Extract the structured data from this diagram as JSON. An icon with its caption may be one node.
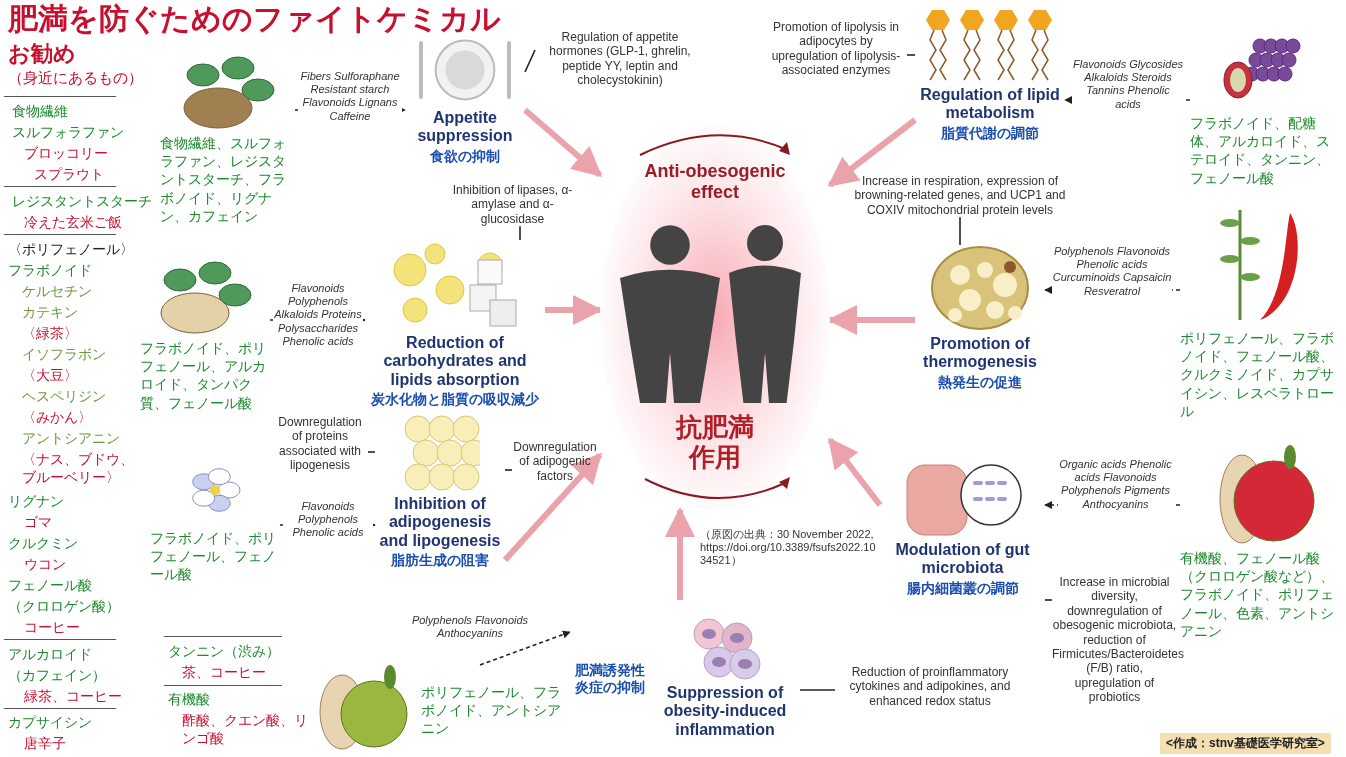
{
  "diagram": {
    "title": "肥満を防ぐためのファイトケミカル",
    "nodes": [
      {
        "text": [
          "Anti-obesogenic effect",
          "抗肥満作用"
        ]
      },
      {
        "text": [
          "Appetite suppression",
          "食欲の抑制"
        ]
      },
      {
        "text": [
          "Reduction of carbohydrates and lipids absorption",
          "炭水化物と脂質の吸収減少"
        ]
      },
      {
        "text": [
          "Inhibition of adipogenesis and lipogenesis",
          "脂肪生成の阻害"
        ]
      },
      {
        "text": [
          "Suppression of obesity-induced inflammation",
          "肥満誘発性炎症の抑制"
        ]
      },
      {
        "text": [
          "Modulation of gut microbiota",
          "腸内細菌叢の調節"
        ]
      },
      {
        "text": [
          "Promotion of thermogenesis",
          "熱発生の促進"
        ]
      },
      {
        "text": [
          "Regulation of lipid metabolism",
          "脂質代謝の調節"
        ]
      },
      {
        "text": [
          "食物繊維、スルフォラファン、レジスタントスターチ、フラボノイド、リグナン、カフェイン"
        ]
      },
      {
        "text": [
          "フラボノイド、ポリフェノール、アルカロイド、タンパク質、フェノール酸"
        ]
      },
      {
        "text": [
          "フラボノイド、ポリフェノール、フェノール酸"
        ]
      },
      {
        "text": [
          "ポリフェノール、フラボノイド、アントシアニン"
        ]
      },
      {
        "text": [
          "有機酸、フェノール酸（クロロゲン酸など）、フラボノイド、ポリフェノール、色素、アントシアニン"
        ]
      },
      {
        "text": [
          "ポリフェノール、フラボノイド、フェノール酸、クルクミノイド、カプサイシン、レスベラトロール"
        ]
      },
      {
        "text": [
          "フラボノイド、配糖体、アルカロイド、ステロイド、タンニン、フェノール酸"
        ]
      },
      {
        "text": [
          "Regulation of appetite hormones (GLP-1, ghrelin, peptide YY, leptin and cholecystokinin)"
        ]
      },
      {
        "text": [
          "Inhibition of lipases, α-amylase and α-glucosidase"
        ]
      },
      {
        "text": [
          "Downregulation of proteins associated with lipogenesis"
        ]
      },
      {
        "text": [
          "Downregulation of adipogenic factors"
        ]
      },
      {
        "text": [
          "Reduction of proinflammatory cytokines and adipokines, and enhanced redox status"
        ]
      },
      {
        "text": [
          "Increase in microbial diversity, downregulation of obesogenic microbiota, reduction of Firmicutes/Bacteroidetes (F/B) ratio, upregulation of probiotics"
        ]
      },
      {
        "text": [
          "Increase in respiration, expression of browning-related genes, and UCP1 and COXIV mitochondrial protein levels"
        ]
      },
      {
        "text": [
          "Promotion of lipolysis in adipocytes by upregulation of lipolysis-associated enzymes"
        ]
      }
    ],
    "edges": [
      {
        "from": 1,
        "to": 0,
        "arrow": "to",
        "style": "thick",
        "color": "#eaa3ab"
      },
      {
        "from": 2,
        "to": 0,
        "arrow": "to",
        "style": "thick",
        "color": "#eaa3ab"
      },
      {
        "from": 3,
        "to": 0,
        "arrow": "to",
        "style": "thick",
        "color": "#eaa3ab"
      },
      {
        "from": 4,
        "to": 0,
        "arrow": "to",
        "style": "thick",
        "color": "#eaa3ab"
      },
      {
        "from": 5,
        "to": 0,
        "arrow": "to",
        "style": "thick",
        "color": "#eaa3ab"
      },
      {
        "from": 6,
        "to": 0,
        "arrow": "to",
        "style": "thick",
        "color": "#eaa3ab"
      },
      {
        "from": 7,
        "to": 0,
        "arrow": "to",
        "style": "thick",
        "color": "#eaa3ab"
      },
      {
        "from": 8,
        "to": 1,
        "arrow": "to",
        "style": "dashed",
        "label": "Fibers Sulforaphane Resistant starch Flavonoids Lignans Caffeine"
      },
      {
        "from": 9,
        "to": 2,
        "arrow": "to",
        "style": "dashed",
        "label": "Flavonoids Polyphenols Alkaloids Proteins Polysaccharides Phenolic acids"
      },
      {
        "from": 10,
        "to": 3,
        "arrow": "to",
        "style": "dashed",
        "label": "Flavonoids Polyphenols Phenolic acids"
      },
      {
        "from": 11,
        "to": 4,
        "arrow": "to",
        "style": "dashed",
        "label": "Polyphenols Flavonoids Anthocyanins"
      },
      {
        "from": 12,
        "to": 5,
        "arrow": "to",
        "style": "dashed",
        "label": "Organic acids Phenolic acids Flavonoids Polyphenols Pigments Anthocyanins"
      },
      {
        "from": 13,
        "to": 6,
        "arrow": "to",
        "style": "dashed",
        "label": "Polyphenols Flavonoids Phenolic acids Curcuminoids Capsaicin Resveratrol"
      },
      {
        "from": 14,
        "to": 7,
        "arrow": "to",
        "style": "dashed",
        "label": "Flavonoids Glycosides Alkaloids Steroids Tannins Phenolic acids"
      },
      {
        "from": 15,
        "to": 1,
        "arrow": "none"
      },
      {
        "from": 16,
        "to": 2,
        "arrow": "none"
      },
      {
        "from": 17,
        "to": 3,
        "arrow": "none"
      },
      {
        "from": 18,
        "to": 3,
        "arrow": "none"
      },
      {
        "from": 19,
        "to": 4,
        "arrow": "none"
      },
      {
        "from": 20,
        "to": 5,
        "arrow": "none"
      },
      {
        "from": 21,
        "to": 6,
        "arrow": "none"
      },
      {
        "from": 22,
        "to": 7,
        "arrow": "none"
      }
    ],
    "labels": [
      "お勧め",
      "（身近にあるもの）",
      "食物繊維",
      "スルフォラファン",
      "ブロッコリー",
      "スプラウト",
      "レジスタントスターチ",
      "冷えた玄米ご飯",
      "〈ポリフェノール〉",
      "フラボノイド",
      "ケルセチン",
      "カテキン",
      "〈緑茶〉",
      "イソフラボン",
      "〈大豆〉",
      "ヘスペリジン",
      "〈みかん〉",
      "アントシアニン",
      "〈ナス、ブドウ、ブルーベリー〉",
      "リグナン",
      "ゴマ",
      "クルクミン",
      "ウコン",
      "フェノール酸",
      "（クロロゲン酸）",
      "コーヒー",
      "アルカロイド",
      "（カフェイン）",
      "緑茶、コーヒー",
      "カプサイシン",
      "唐辛子",
      "タンニン（渋み）",
      "茶、コーヒー",
      "有機酸",
      "酢酸、クエン酸、リンゴ酸",
      "（原図の出典：30 November 2022, https://doi.org/10.3389/fsufs2022.1034521）",
      "<作成：stnv基礎医学研究室>"
    ]
  }
}
